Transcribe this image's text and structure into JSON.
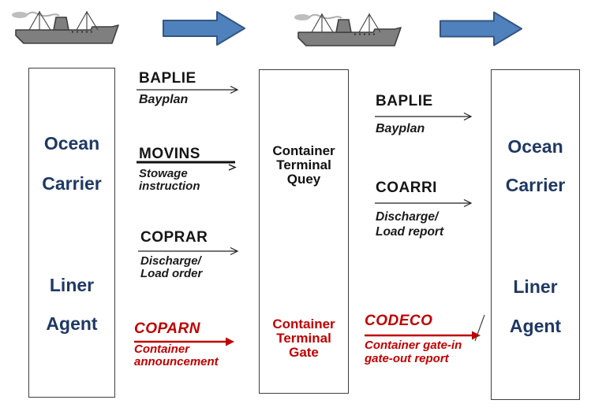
{
  "colors": {
    "navy_text": "#1F3864",
    "red_accent": "#C00000",
    "black_text": "#151515",
    "big_arrow_fill": "#4F81BD",
    "big_arrow_border": "#35567F",
    "ship_gray": "#7f7f7f",
    "box_border": "#3f3f3f"
  },
  "icons": {
    "ship_left": "steamship-icon",
    "ship_right": "steamship-icon",
    "flow_arrow_left": "right-arrow-icon",
    "flow_arrow_right": "right-arrow-icon"
  },
  "boxes": {
    "left": {
      "words": [
        "Ocean",
        "Carrier",
        "Liner",
        "Agent"
      ]
    },
    "middle": {
      "top": [
        "Container",
        "Terminal",
        "Quey"
      ],
      "bottom": [
        "Container",
        "Terminal",
        "Gate"
      ]
    },
    "right": {
      "words": [
        "Ocean",
        "Carrier",
        "Liner",
        "Agent"
      ]
    }
  },
  "messages": {
    "left": [
      {
        "code": "BAPLIE",
        "desc": [
          "Bayplan"
        ]
      },
      {
        "code": "MOVINS",
        "desc": [
          "Stowage",
          "instruction"
        ]
      },
      {
        "code": "COPRAR",
        "desc": [
          "Discharge/",
          "Load order"
        ]
      },
      {
        "code": "COPARN",
        "desc": [
          "Container",
          "announcement"
        ]
      }
    ],
    "right": [
      {
        "code": "BAPLIE",
        "desc": [
          "Bayplan"
        ]
      },
      {
        "code": "COARRI",
        "desc": [
          "Discharge/",
          "Load report"
        ]
      },
      {
        "code": "CODECO",
        "desc": [
          "Container gate-in",
          "gate-out report"
        ]
      }
    ]
  }
}
